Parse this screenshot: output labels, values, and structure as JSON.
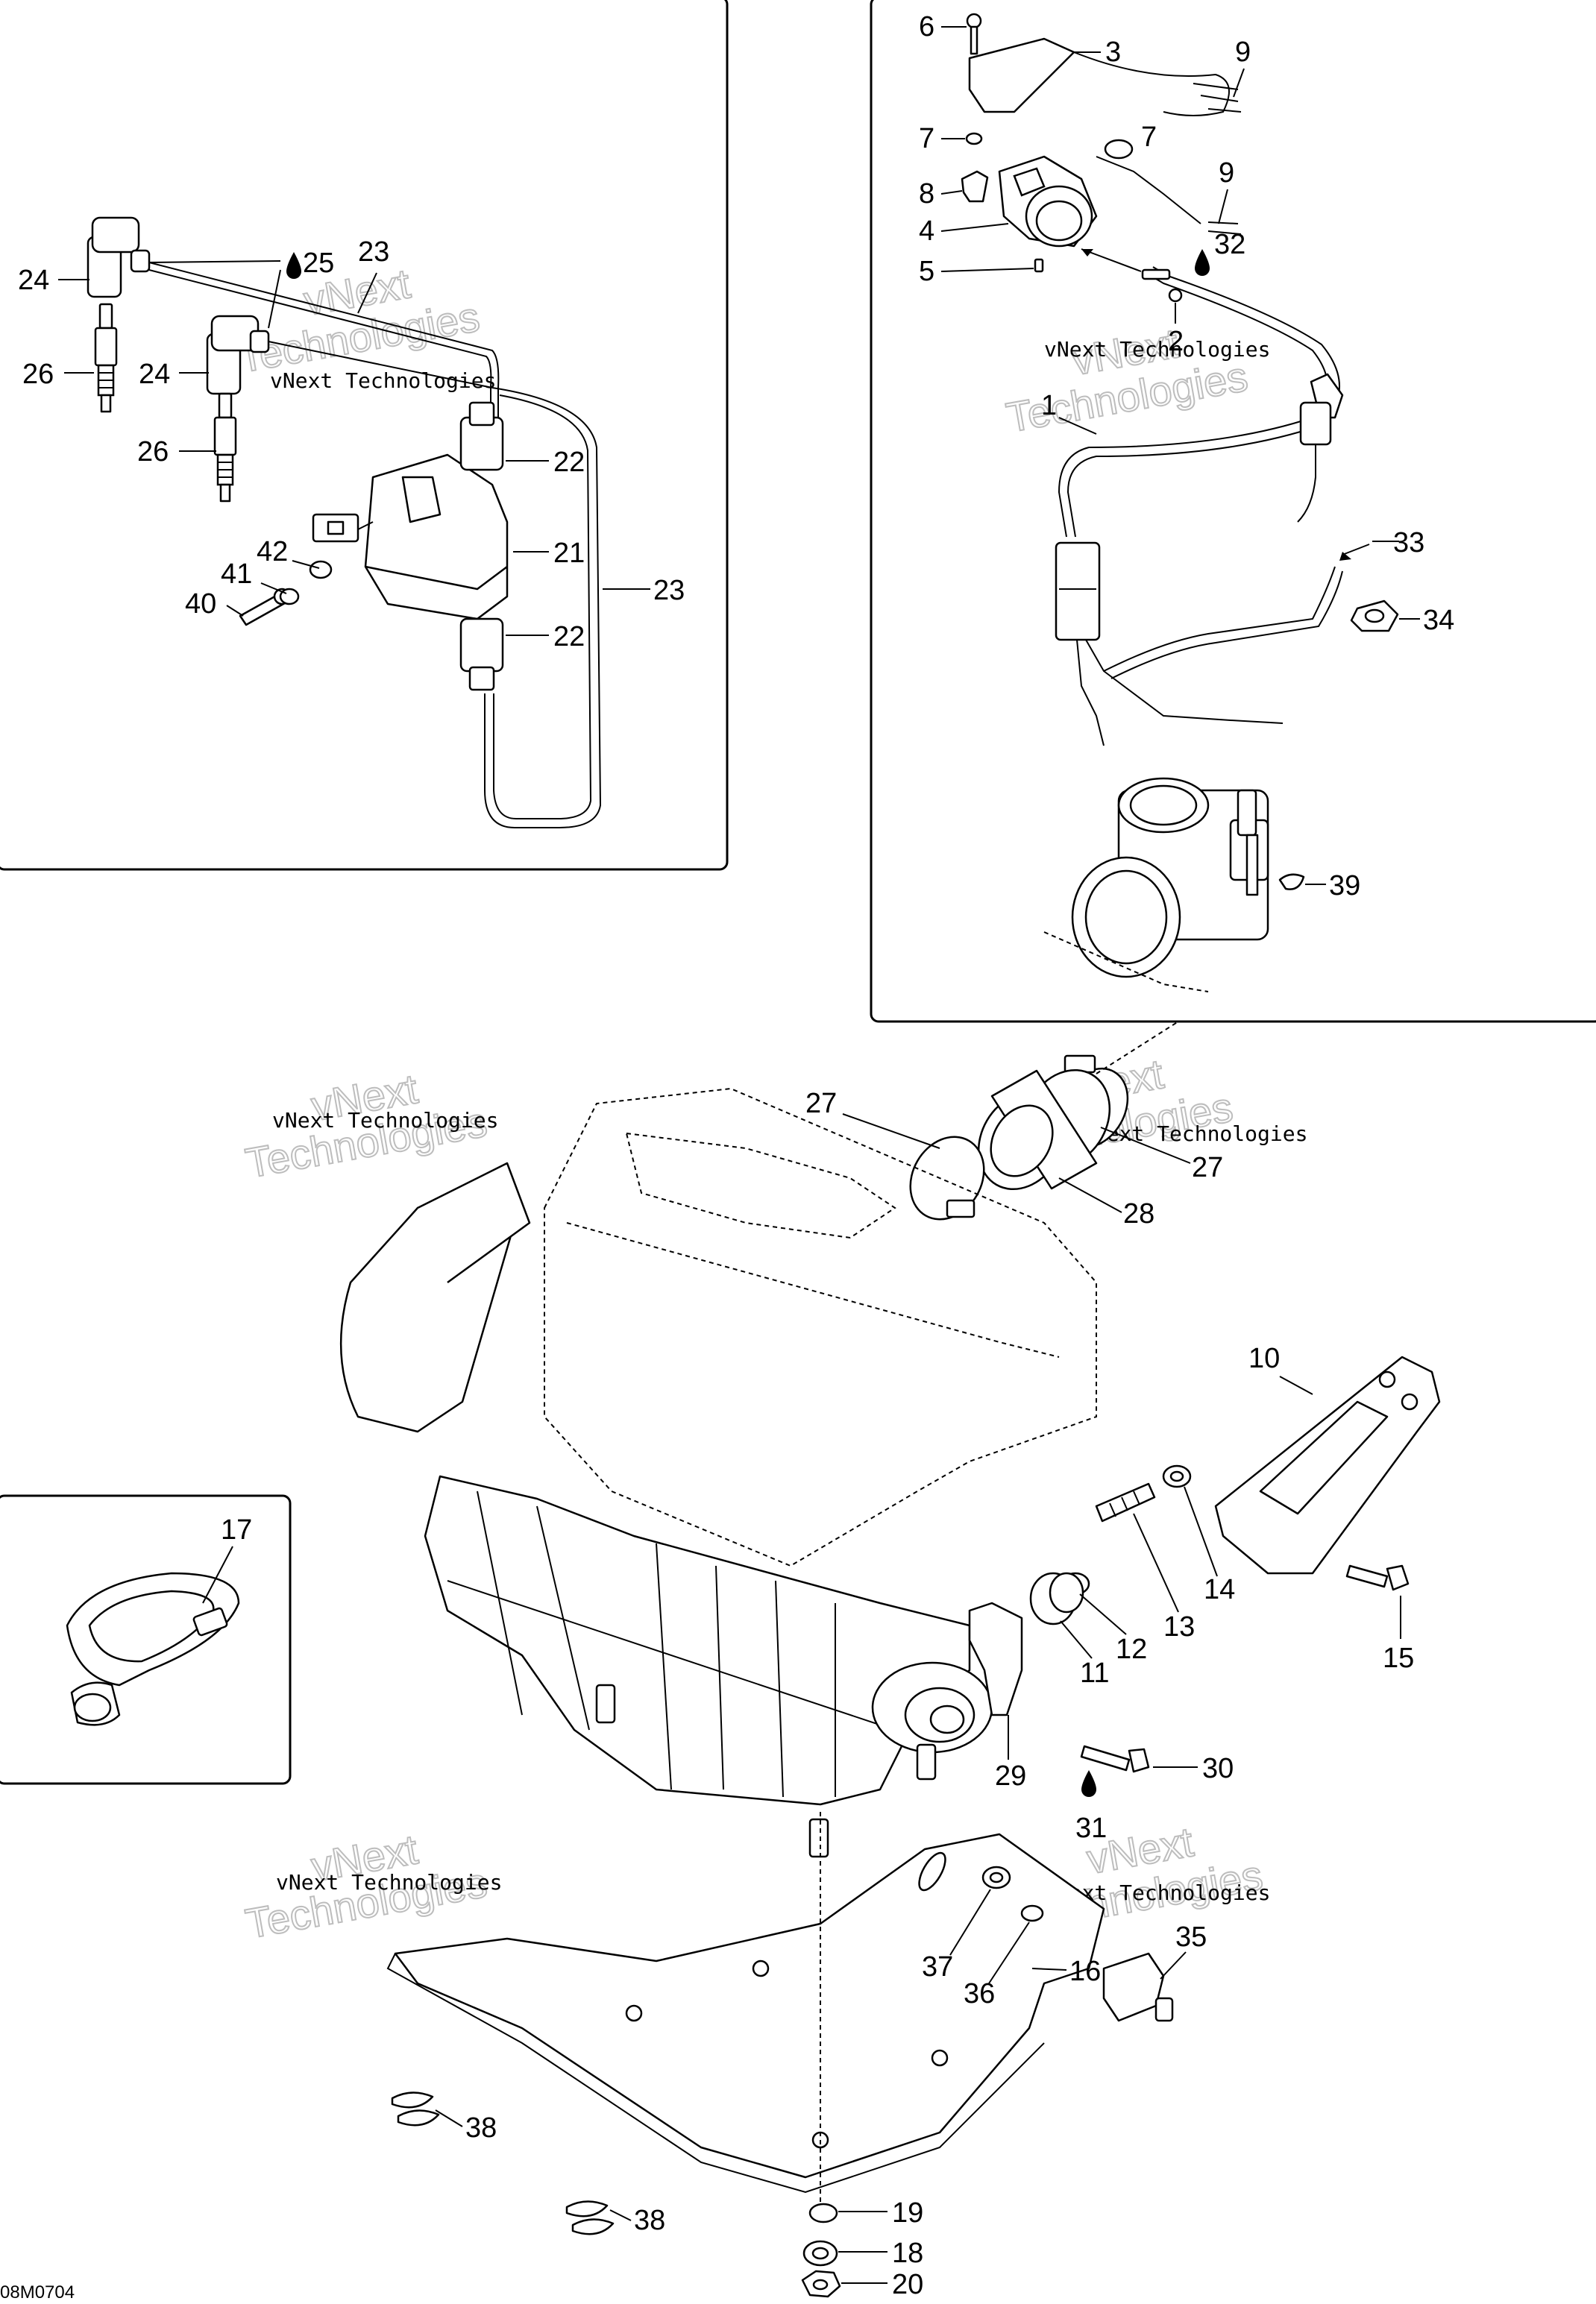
{
  "figure_code": "08M0704",
  "watermark": {
    "line1": "vNext",
    "line2": "Technologies",
    "small": "vNext Technologies"
  },
  "callouts": {
    "c1": "1",
    "c2": "2",
    "c3": "3",
    "c4": "4",
    "c5": "5",
    "c6": "6",
    "c7a": "7",
    "c7b": "7",
    "c8": "8",
    "c9a": "9",
    "c9b": "9",
    "c10": "10",
    "c11": "11",
    "c12": "12",
    "c13": "13",
    "c14": "14",
    "c15": "15",
    "c16": "16",
    "c17": "17",
    "c18": "18",
    "c19": "19",
    "c20": "20",
    "c21": "21",
    "c22a": "22",
    "c22b": "22",
    "c23a": "23",
    "c23b": "23",
    "c24a": "24",
    "c24b": "24",
    "c25": "25",
    "c26a": "26",
    "c26b": "26",
    "c27a": "27",
    "c27b": "27",
    "c28": "28",
    "c29": "29",
    "c30": "30",
    "c31": "31",
    "c32": "32",
    "c33": "33",
    "c34": "34",
    "c35": "35",
    "c36": "36",
    "c37": "37",
    "c38a": "38",
    "c38b": "38",
    "c39": "39",
    "c40": "40",
    "c41": "41",
    "c42": "42"
  }
}
